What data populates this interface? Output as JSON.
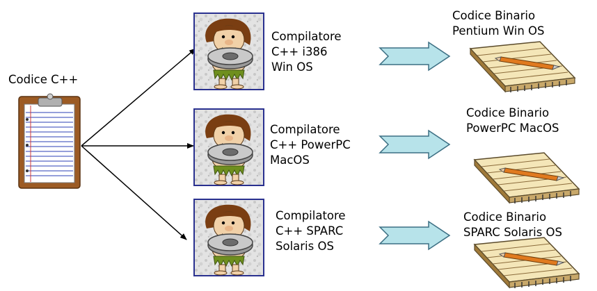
{
  "source": {
    "label": "Codice C++"
  },
  "rows": [
    {
      "compiler_lines": [
        "Compilatore",
        "C++ i386",
        "Win OS"
      ],
      "output_lines": [
        "Codice Binario",
        "Pentium Win OS"
      ]
    },
    {
      "compiler_lines": [
        "Compilatore",
        "C++ PowerPC",
        "MacOS"
      ],
      "output_lines": [
        "Codice Binario",
        "PowerPC MacOS"
      ]
    },
    {
      "compiler_lines": [
        "Compilatore",
        "C++ SPARC",
        "Solaris OS"
      ],
      "output_lines": [
        "Codice Binario",
        "SPARC Solaris OS"
      ]
    }
  ],
  "icons": {
    "source": "clipboard-icon",
    "compiler": "caveman-compiler-icon",
    "output": "notepad-pencil-icon",
    "flow": "block-arrow-icon"
  },
  "colors": {
    "block_arrow_fill": "#b7e3ea",
    "block_arrow_stroke": "#3c6f83",
    "frame_border": "#29308f",
    "clipboard_brown": "#9c5b24",
    "pencil_orange": "#e07a1f"
  }
}
